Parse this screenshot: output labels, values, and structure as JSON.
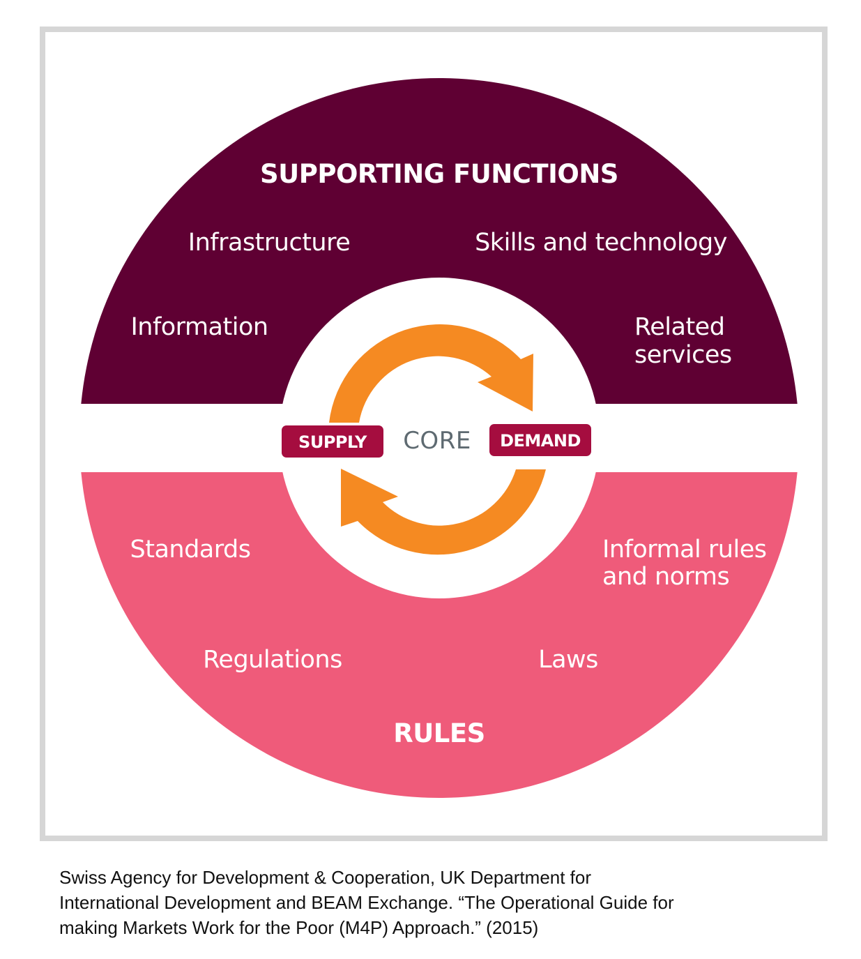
{
  "diagram": {
    "supporting_functions": {
      "heading": "SUPPORTING FUNCTIONS",
      "items": [
        "Infrastructure",
        "Skills and technology",
        "Information",
        "Related",
        "services"
      ]
    },
    "rules": {
      "heading": "RULES",
      "items": [
        "Standards",
        "Informal rules",
        "and norms",
        "Regulations",
        "Laws"
      ]
    },
    "core": {
      "label": "CORE",
      "supply": "SUPPLY",
      "demand": "DEMAND"
    },
    "colors": {
      "supporting_functions": "#5f0033",
      "rules": "#ef5b7a",
      "badge": "#a50d3f",
      "arrows": "#f58a22",
      "core_text": "#5e6a71"
    }
  },
  "caption": {
    "lines": [
      "Swiss Agency for Development & Cooperation, UK Department for",
      "International Development and BEAM Exchange. “The Operational Guide for",
      "making Markets Work for the Poor (M4P) Approach.” (2015)"
    ]
  }
}
